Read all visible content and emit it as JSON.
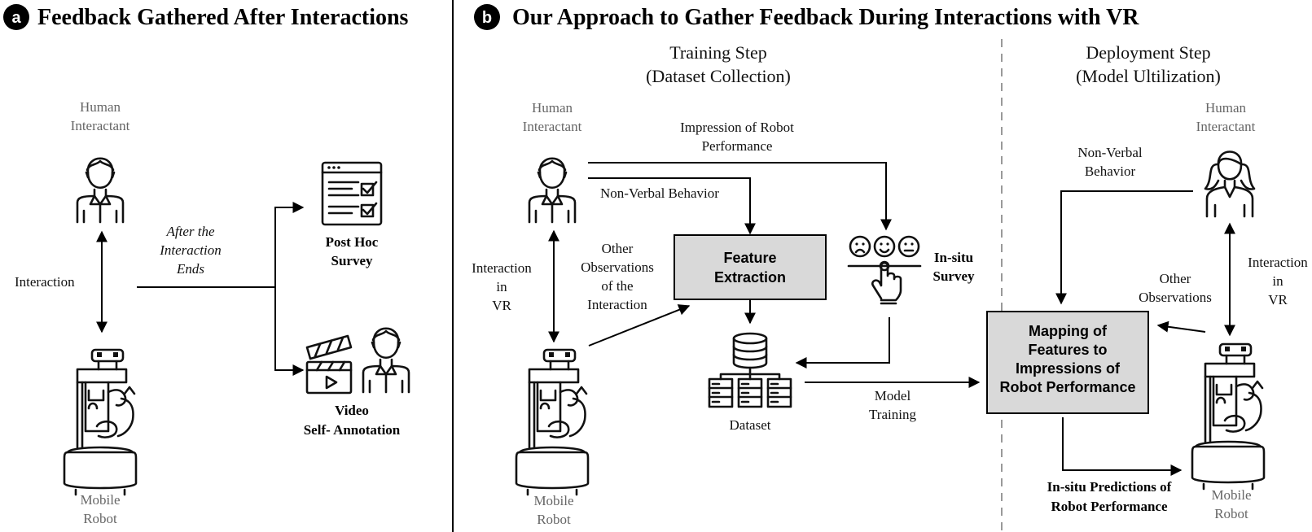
{
  "panel_a": {
    "badge": "a",
    "title": "Feedback Gathered After Interactions",
    "human_label": [
      "Human",
      "Interactant"
    ],
    "interaction_label": "Interaction",
    "after_label": [
      "After the",
      "Interaction",
      "Ends"
    ],
    "survey_label": [
      "Post Hoc",
      "Survey"
    ],
    "video_label": [
      "Video",
      "Self- Annotation"
    ],
    "robot_label": [
      "Mobile",
      "Robot"
    ]
  },
  "panel_b": {
    "badge": "b",
    "title": "Our Approach to Gather Feedback During Interactions with VR",
    "training_head": [
      "Training Step",
      "(Dataset Collection)"
    ],
    "deployment_head": [
      "Deployment Step",
      "(Model Ultilization)"
    ],
    "human_label": [
      "Human",
      "Interactant"
    ],
    "impression_label": [
      "Impression of Robot",
      "Performance"
    ],
    "nonverbal_label": "Non-Verbal Behavior",
    "interaction_vr_label": [
      "Interaction",
      "in",
      "VR"
    ],
    "other_obs_label": [
      "Other",
      "Observations",
      "of the",
      "Interaction"
    ],
    "feature_box": [
      "Feature",
      "Extraction"
    ],
    "insitu_survey_label": [
      "In-situ",
      "Survey"
    ],
    "dataset_label": "Dataset",
    "model_training_label": [
      "Model",
      "Training"
    ],
    "robot_label": [
      "Mobile",
      "Robot"
    ],
    "deploy_human_label": [
      "Human",
      "Interactant"
    ],
    "deploy_nonverbal_label": [
      "Non-Verbal",
      "Behavior"
    ],
    "deploy_other_obs_label": [
      "Other",
      "Observations"
    ],
    "deploy_interaction_label": [
      "Interaction",
      "in",
      "VR"
    ],
    "mapping_box": [
      "Mapping of",
      "Features to",
      "Impressions of",
      "Robot Performance"
    ],
    "predictions_label": [
      "In-situ Predictions of",
      "Robot Performance"
    ],
    "deploy_robot_label": [
      "Mobile",
      "Robot"
    ]
  },
  "colors": {
    "box_fill": "#d9d9d9",
    "badge_fill": "#000000",
    "label_gray": "#666666",
    "divider_dash": "#999999"
  },
  "icons": [
    "person-icon",
    "woman-icon",
    "robot-icon",
    "survey-form-icon",
    "clapperboard-icon",
    "emoji-rating-icon",
    "database-icon"
  ]
}
